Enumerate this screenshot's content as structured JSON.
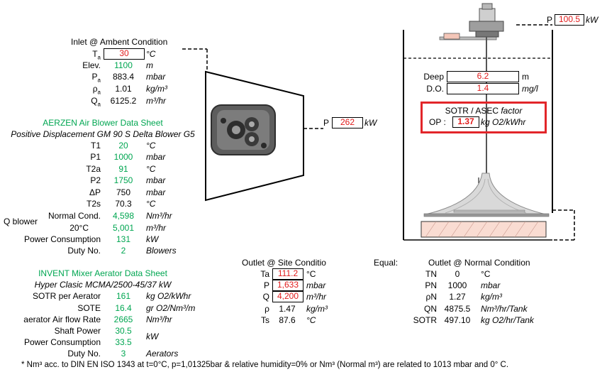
{
  "inlet": {
    "title": "Inlet @ Ambent Condition",
    "rows": [
      {
        "sym": "T",
        "sub": "a",
        "val": "30",
        "unit": "°C"
      },
      {
        "sym": "Elev.",
        "val": "1100",
        "unit": "m"
      },
      {
        "sym": "P",
        "sub": "a",
        "val": "883.4",
        "unit": "mbar"
      },
      {
        "sym": "ρ",
        "sub": "a",
        "val": "1.01",
        "unit": "kg/m³"
      },
      {
        "sym": "Q",
        "sub": "a",
        "val": "6125.2",
        "unit": "m³/hr"
      }
    ]
  },
  "blower": {
    "title": "AERZEN Air Blower Data Sheet",
    "subtitle": "Positive Displacement GM 90 S Delta Blower G5",
    "rows": [
      {
        "sym": "T1",
        "val": "20",
        "unit": "°C"
      },
      {
        "sym": "P1",
        "val": "1000",
        "unit": "mbar"
      },
      {
        "sym": "T2a",
        "val": "91",
        "unit": "°C"
      },
      {
        "sym": "P2",
        "val": "1750",
        "unit": "mbar"
      },
      {
        "sym": "ΔP",
        "val": "750",
        "unit": "mbar"
      },
      {
        "sym": "T2s",
        "val": "70.3",
        "unit": "°C"
      }
    ],
    "q_label": "Q blower",
    "normal_cond_label": "Normal Cond.",
    "normal_cond_val": "4,598",
    "normal_cond_unit": "Nm³/hr",
    "temp20_label": "20°C",
    "temp20_val": "5,001",
    "temp20_unit": "m³/hr",
    "power_label": "Power Consumption",
    "power_val": "131",
    "power_unit": "kW",
    "duty_label": "Duty No.",
    "duty_val": "2",
    "duty_unit": "Blowers"
  },
  "mixer": {
    "title": "INVENT Mixer Aerator Data Sheet",
    "subtitle": "Hyper Clasic MCMA/2500-45/37 kW",
    "rows": [
      {
        "label": "SOTR per Aerator",
        "val": "161",
        "unit": "kg O2/kWhr"
      },
      {
        "label": "SOTE",
        "val": "16.4",
        "unit": "gr O2/Nm³/m"
      },
      {
        "label": "aerator Air flow Rate",
        "val": "2665",
        "unit": "Nm³/hr"
      }
    ],
    "shaft_label": "Shaft Power",
    "shaft_val": "30.5",
    "power_label": "Power Consumption",
    "power_val": "33.5",
    "power_unit": "kW",
    "duty_label": "Duty No.",
    "duty_val": "3",
    "duty_unit": "Aerators"
  },
  "blower_power": {
    "sym": "P",
    "val": "262",
    "unit": "kW"
  },
  "top_power": {
    "sym": "P",
    "val": "100.5",
    "unit": "kW"
  },
  "tank": {
    "deep_label": "Deep",
    "deep_val": "6.2",
    "deep_unit": "m",
    "do_label": "D.O.",
    "do_val": "1.4",
    "do_unit": "mg/l",
    "sotr_title": "SOTR / ASEC",
    "sotr_factor": "factor",
    "op_label": "OP :",
    "op_val": "1.37",
    "op_unit": "kg O2/kWhr"
  },
  "outlet_site": {
    "title": "Outlet @ Site Conditio",
    "rows": [
      {
        "sym": "Ta",
        "val": "111.2",
        "unit": "°C"
      },
      {
        "sym": "P",
        "val": "1,633",
        "unit": "mbar"
      },
      {
        "sym": "Q",
        "val": "4,200",
        "unit": "m³/hr"
      },
      {
        "sym": "ρ",
        "val": "1.47",
        "unit": "kg/m³"
      },
      {
        "sym": "Ts",
        "val": "87.6",
        "unit": "°C"
      }
    ]
  },
  "equal_label": "Equal:",
  "outlet_normal": {
    "title": "Outlet @ Normal Condition",
    "rows": [
      {
        "sym": "TN",
        "val": "0",
        "unit": "°C"
      },
      {
        "sym": "PN",
        "val": "1000",
        "unit": "mbar"
      },
      {
        "sym": "ρN",
        "val": "1.27",
        "unit": "kg/m³"
      },
      {
        "sym": "QN",
        "val": "4875.5",
        "unit": "Nm³/hr/Tank"
      },
      {
        "sym": "SOTR",
        "val": "497.10",
        "unit": "kg O2/hr/Tank"
      }
    ]
  },
  "footnote": "* Nm³ acc. to DIN EN ISO 1343 at t=0°C, p=1,01325bar & relative humidity=0% or Nm³ (Normal m³) are related to 1013 mbar and 0° C.",
  "colors": {
    "green": "#00a651",
    "red": "#e11b1b",
    "frame": "#e2262a"
  }
}
